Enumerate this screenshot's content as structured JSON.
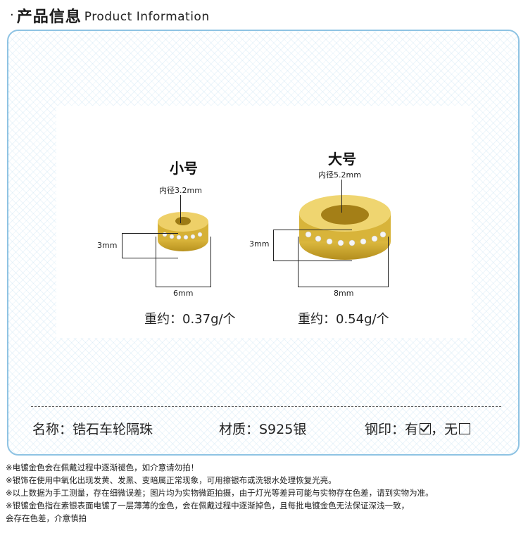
{
  "header": {
    "bullet": "·",
    "title_cn": "产品信息",
    "title_en": "Product Information"
  },
  "products": [
    {
      "size_label": "小号",
      "inner_diameter": "内径3.2mm",
      "height": "3mm",
      "width": "6mm",
      "weight": "重约：0.37g/个"
    },
    {
      "size_label": "大号",
      "inner_diameter": "内径5.2mm",
      "height": "3mm",
      "width": "8mm",
      "weight": "重约：0.54g/个"
    }
  ],
  "specs": {
    "name": "名称：锆石车轮隔珠",
    "material": "材质：S925银",
    "stamp_label": "钢印：有",
    "stamp_separator": "，无",
    "stamp_yes_checked": true
  },
  "notes": [
    "※电镀金色会在佩戴过程中逐渐褪色，如介意请勿拍！",
    "※银饰在使用中氧化出现发黄、发黑、变暗属正常现象，可用擦银布或洗银水处理恢复光亮。",
    "※以上数据为手工测量，存在细微误差；图片均为实物微距拍摄，由于灯光等差异可能与实物存在色差，请到实物为准。",
    "※银镀金色指在素银表面电镀了一层薄薄的金色，会在佩戴过程中逐渐掉色，且每批电镀金色无法保证深浅一致，",
    "会存在色差，介意慎拍"
  ],
  "colors": {
    "frame_border": "#8ec3e3",
    "gold": "#e2c24a",
    "gold_dark": "#b8921f",
    "zircon": "#f4f4f4"
  }
}
